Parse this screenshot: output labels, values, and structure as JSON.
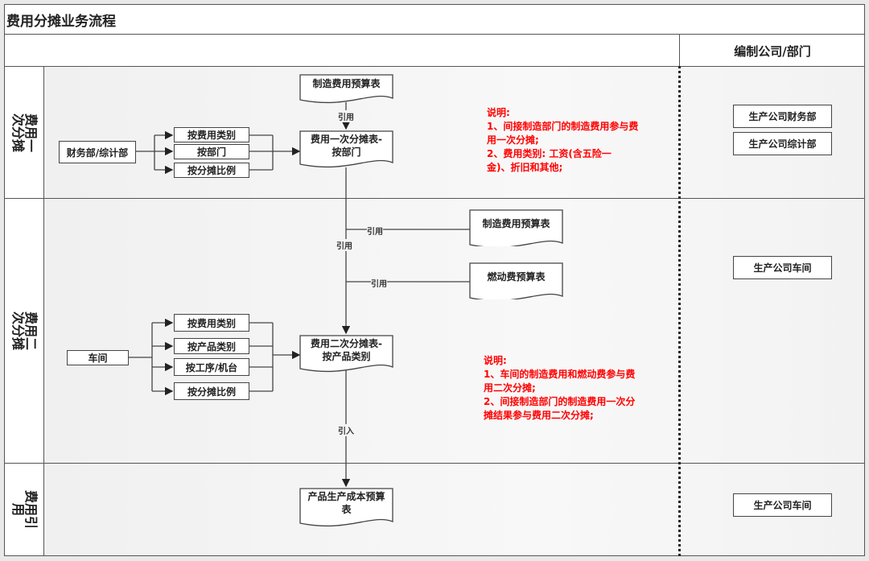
{
  "title": "费用分摊业务流程",
  "column_header": "编制公司/部门",
  "lanes": [
    {
      "label": "费用一次分摊"
    },
    {
      "label": "费用二次分摊"
    },
    {
      "label": "费用引用"
    }
  ],
  "lane1": {
    "source": "财务部/综计部",
    "methods": [
      "按费用类别",
      "按部门",
      "按分摊比例"
    ],
    "budget_doc": "制造费用预算表",
    "ref_label": "引用",
    "result_doc_line1": "费用一次分摊表-",
    "result_doc_line2": "按部门",
    "note": [
      "说明:",
      "1、间接制造部门的制造费用参与费",
      "用一次分摊;",
      "2、费用类别: 工资(含五险一",
      "金)、折旧和其他;"
    ],
    "departments": [
      "生产公司财务部",
      "生产公司综计部"
    ]
  },
  "lane2": {
    "source": "车间",
    "methods": [
      "按费用类别",
      "按产品类别",
      "按工序/机台",
      "按分摊比例"
    ],
    "budget_doc_1": "制造费用预算表",
    "budget_doc_2": "燃动费预算表",
    "ref_label_1": "引用",
    "ref_label_2": "引用",
    "ref_label_main": "引用",
    "result_doc_line1": "费用二次分摊表-",
    "result_doc_line2": "按产品类别",
    "import_label": "引入",
    "note": [
      "说明:",
      "1、车间的制造费用和燃动费参与费",
      "用二次分摊;",
      "2、间接制造部门的制造费用一次分",
      "摊结果参与费用二次分摊;"
    ],
    "departments": [
      "生产公司车间"
    ]
  },
  "lane3": {
    "result_doc_line1": "产品生产成本预算",
    "result_doc_line2": "表",
    "departments": [
      "生产公司车间"
    ]
  }
}
